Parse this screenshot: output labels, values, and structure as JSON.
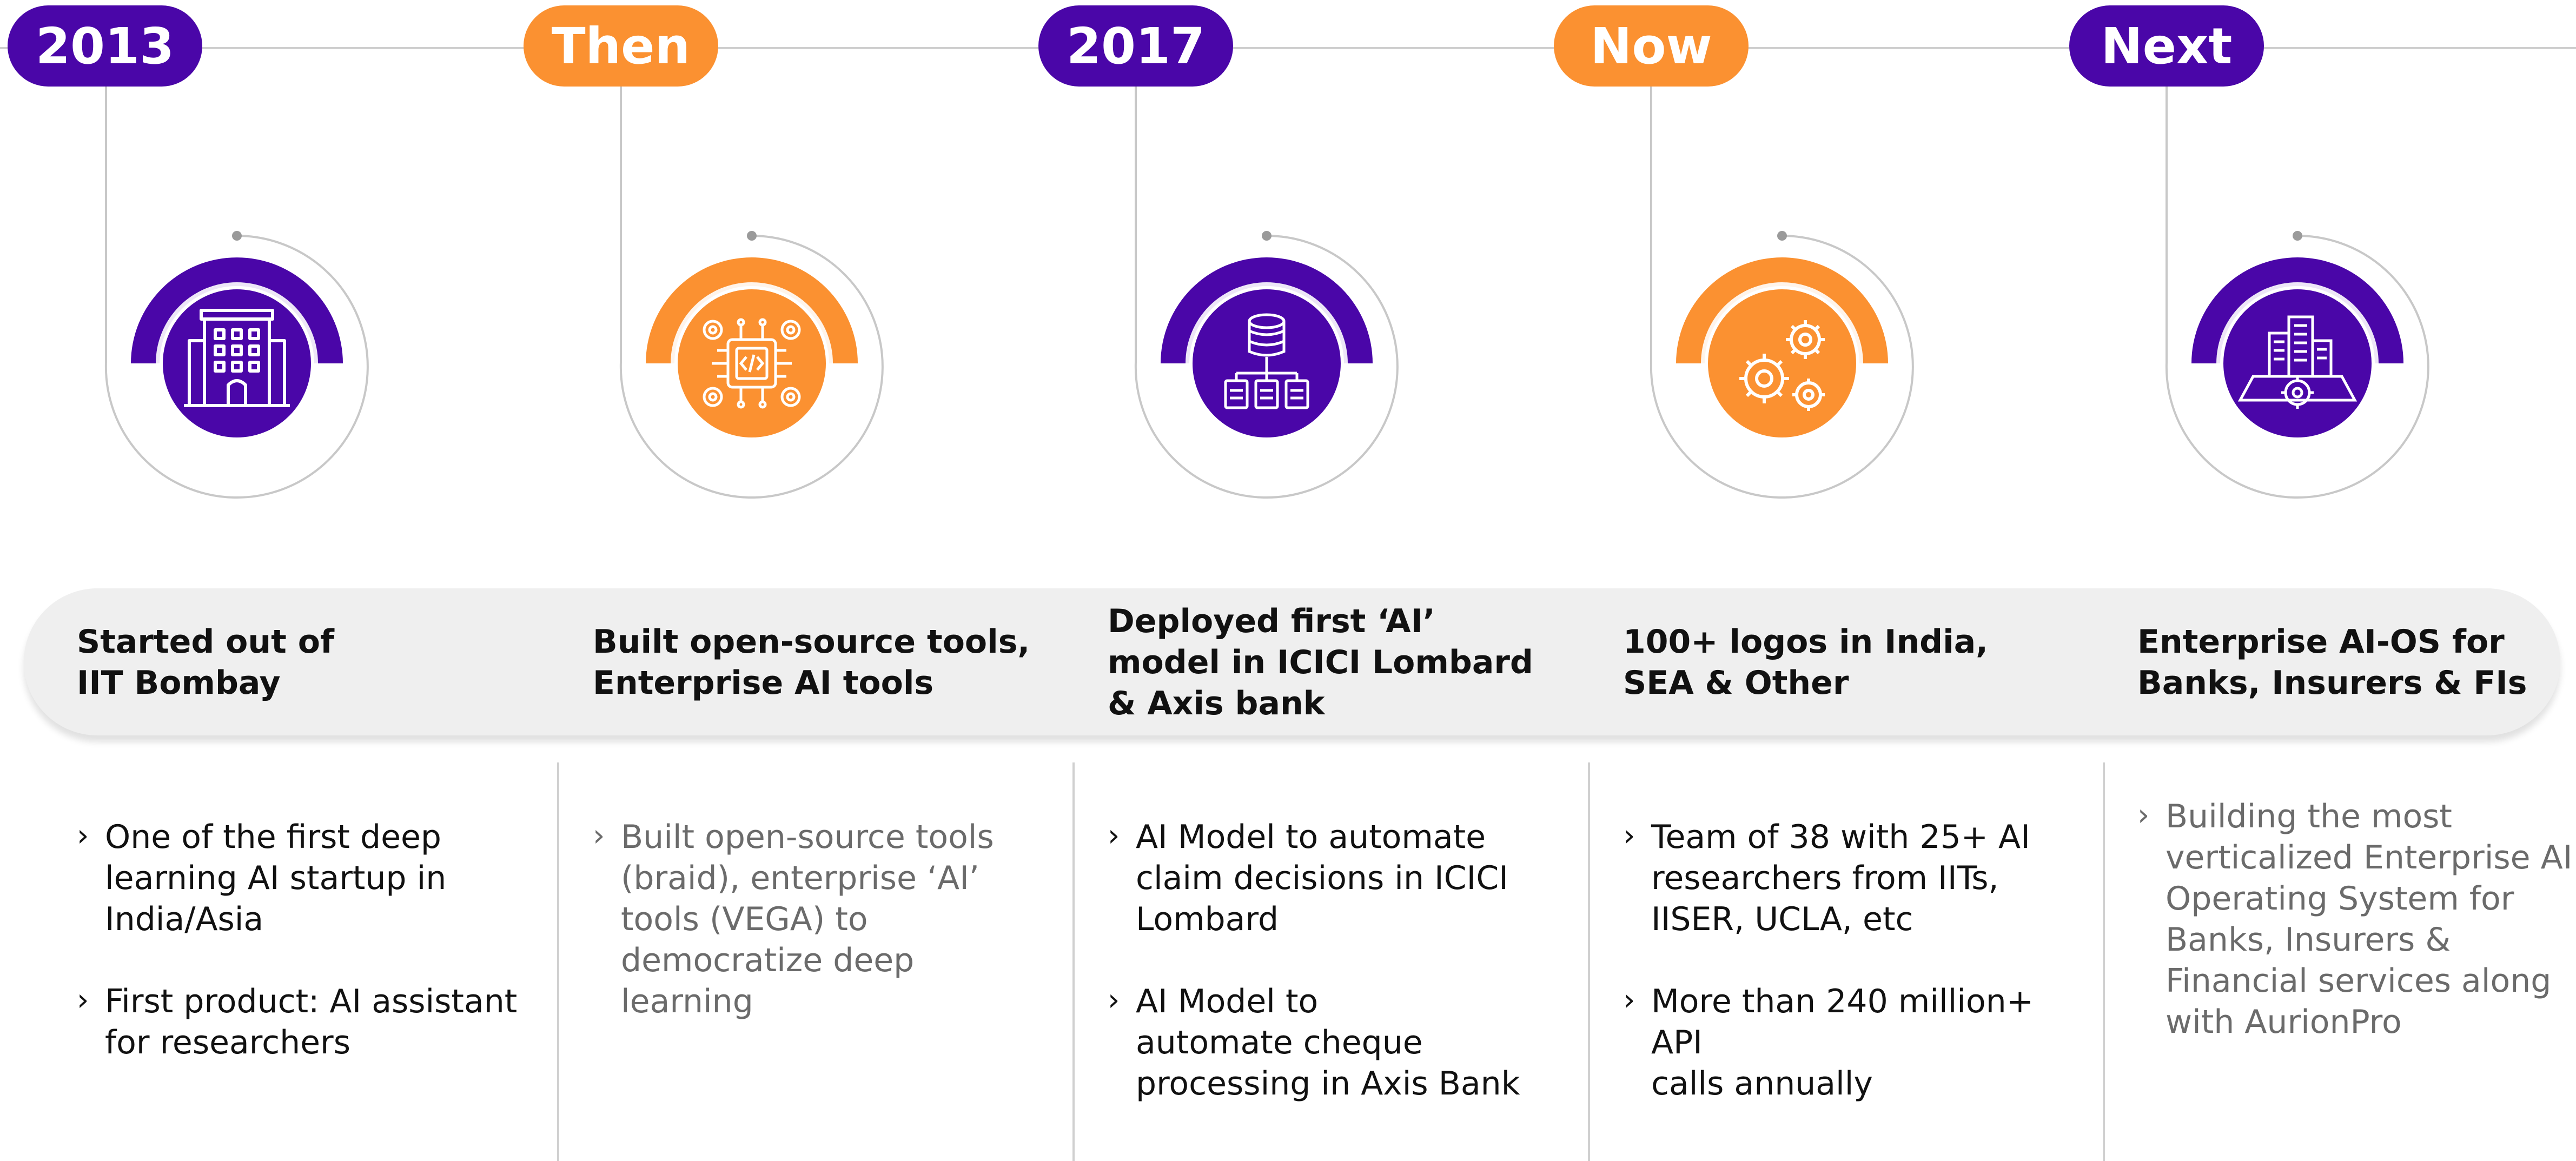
{
  "colors": {
    "purple": "#4a06a8",
    "orange": "#fb9131",
    "band": "#efefef",
    "line": "#cfcfcf"
  },
  "stages": [
    {
      "label": "2013",
      "color": "purple",
      "icon": "office-building-icon",
      "title": "Started out of\nIIT Bombay",
      "bullets": [
        "One of the first deep\nlearning AI startup in\nIndia/Asia",
        "First product: AI assistant\nfor researchers"
      ]
    },
    {
      "label": "Then",
      "color": "orange",
      "icon": "ai-chip-code-icon",
      "title": "Built open-source  tools,\nEnterprise AI tools",
      "bullets": [
        "Built open-source tools\n(braid), enterprise ‘AI’\ntools (VEGA) to\ndemocratize deep\nlearning"
      ]
    },
    {
      "label": "2017",
      "color": "purple",
      "icon": "database-network-icon",
      "title": "Deployed first ‘AI’\nmodel in ICICI Lombard\n& Axis bank",
      "bullets": [
        "AI Model to automate\nclaim decisions in ICICI\nLombard",
        "AI Model to\nautomate  cheque\nprocessing in Axis Bank"
      ]
    },
    {
      "label": "Now",
      "color": "orange",
      "icon": "gears-icon",
      "title": "100+ logos in India,\nSEA & Other",
      "bullets": [
        "Team of 38 with 25+ AI\nresearchers from IITs,\nIISER, UCLA, etc",
        "More than 240 million+ API\ncalls annually"
      ]
    },
    {
      "label": "Next",
      "color": "purple",
      "icon": "enterprise-platform-icon",
      "title": "Enterprise AI-OS for\nBanks, Insurers & FIs",
      "bullets": [
        "Building the most\nverticalized Enterprise AI\nOperating System for\nBanks, Insurers &\nFinancial services along\nwith AurionPro"
      ]
    }
  ]
}
